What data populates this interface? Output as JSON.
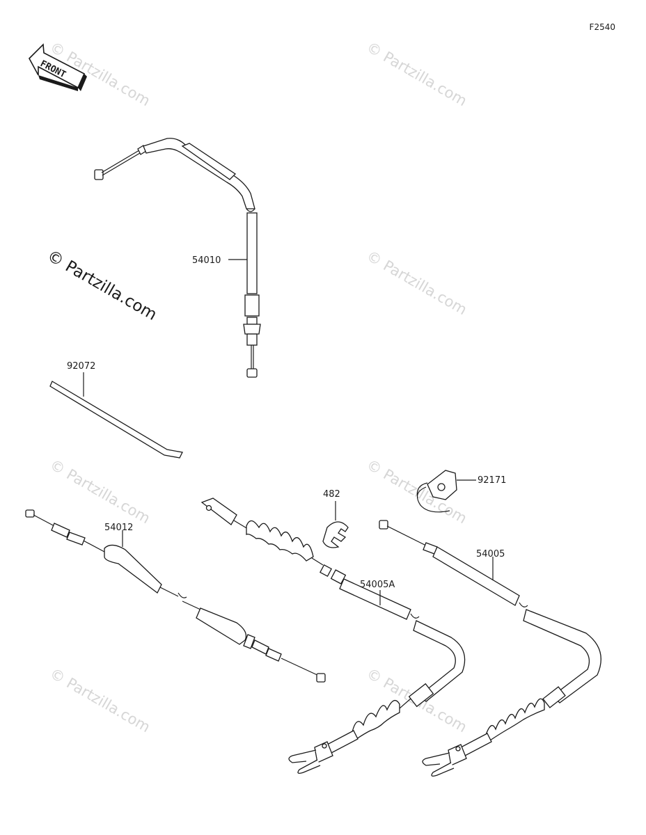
{
  "diagram": {
    "figure_code": "F2540",
    "front_label": "FRONT",
    "watermark": "© Partzilla.com",
    "parts": [
      {
        "number": "54010"
      },
      {
        "number": "92072"
      },
      {
        "number": "54012"
      },
      {
        "number": "482"
      },
      {
        "number": "54005A"
      },
      {
        "number": "92171"
      },
      {
        "number": "54005"
      }
    ]
  }
}
